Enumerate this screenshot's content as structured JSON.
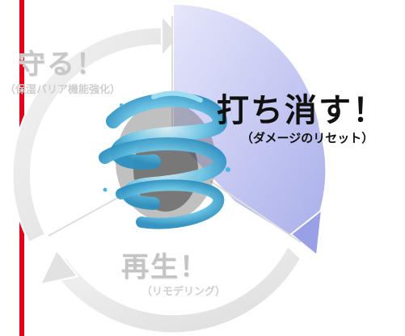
{
  "segments": [
    {
      "id": "protect",
      "title": "守る！",
      "subtitle": "（保湿バリア機能強化）",
      "highlighted": false
    },
    {
      "id": "erase",
      "title": "打ち消す！",
      "subtitle": "（ダメージのリセット）",
      "highlighted": true
    },
    {
      "id": "regenerate",
      "title": "再生！",
      "subtitle": "（リモデリング）",
      "highlighted": false
    }
  ],
  "colors": {
    "accent_bar": "#e3001b",
    "highlight_fill": "#c9cdf3",
    "inactive_fill": "#e6e6e6",
    "water": "#4bb6dc",
    "inactive_text": "#c7c7c7",
    "active_text": "#111111"
  },
  "icons": [
    "water-swirl-icon",
    "cycle-arrow-icon"
  ]
}
